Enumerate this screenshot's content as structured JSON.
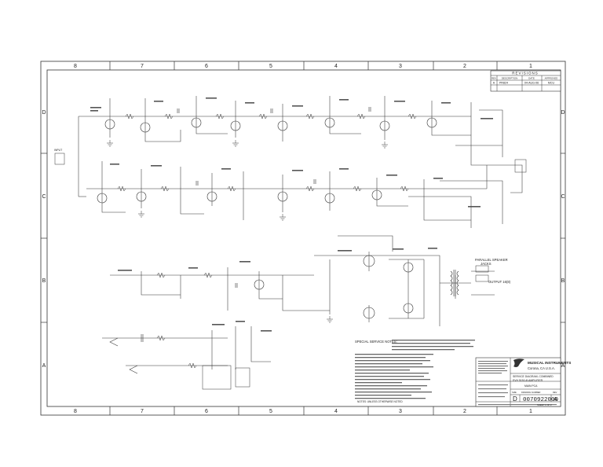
{
  "border": {
    "columns_top": [
      "8",
      "7",
      "6",
      "5",
      "4",
      "3",
      "2",
      "1"
    ],
    "columns_bottom": [
      "8",
      "7",
      "6",
      "5",
      "4",
      "3",
      "2",
      "1"
    ],
    "rows_left": [
      "D",
      "C",
      "B",
      "A"
    ],
    "rows_right": [
      "D",
      "C",
      "B",
      "A"
    ]
  },
  "revisions": {
    "title": "REVISIONS",
    "headers": [
      "REV",
      "DESCRIPTION",
      "DATE",
      "APPROVED"
    ],
    "rows": [
      [
        "A",
        "PR824",
        "04-AUG-06",
        "MCU"
      ]
    ]
  },
  "labels": {
    "parallel_speaker": "PARALLEL SPEAKER",
    "jacks": "JACKS",
    "output_16": "OUTPUT 16(8)",
    "input": "INPUT",
    "special_notes_title": "SPECIAL SERVICE NOTES:",
    "notes_footer": "NOTES: UNLESS OTHERWISE NOTED"
  },
  "title_block": {
    "company": "MUSICAL INSTRUMENTS",
    "location": "Corona, CA  U.S.A.",
    "title_line1": "SERVICE DIAGRAM, COMBINED",
    "title_line2": "EVH 5150-III AMPLIFIER",
    "title_line3": "MAIN PCA",
    "size_label": "SIZE",
    "size": "D",
    "drawing_no_label": "DRAWING NUMBER",
    "drawing_number": "0070922000",
    "rev_label": "REV",
    "rev": "A",
    "sheet_label": "SHEET 1 OF 2"
  },
  "icons": {
    "logo": "fender-logo-icon"
  }
}
